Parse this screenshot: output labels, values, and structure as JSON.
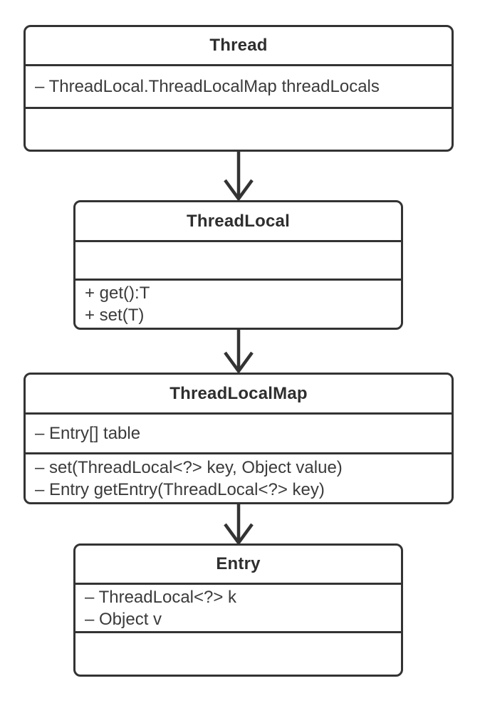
{
  "diagram": {
    "kind": "uml-class-diagram",
    "colors": {
      "stroke": "#333333",
      "title_text": "#2e2e2e",
      "member_text": "#3b3b3b",
      "background": "#ffffff"
    },
    "classes": [
      {
        "name": "Thread",
        "attributes": [
          "– ThreadLocal.ThreadLocalMap threadLocals"
        ],
        "methods": []
      },
      {
        "name": "ThreadLocal",
        "attributes": [],
        "methods": [
          "+ get():T",
          "+ set(T)"
        ]
      },
      {
        "name": "ThreadLocalMap",
        "attributes": [
          "– Entry[] table"
        ],
        "methods": [
          "– set(ThreadLocal<?> key, Object value)",
          "– Entry getEntry(ThreadLocal<?> key)"
        ]
      },
      {
        "name": "Entry",
        "attributes": [
          "– ThreadLocal<?> k",
          "– Object v"
        ],
        "methods": []
      }
    ],
    "arrows": [
      {
        "from": "Thread",
        "to": "ThreadLocal",
        "style": "open-arrowhead-down"
      },
      {
        "from": "ThreadLocal",
        "to": "ThreadLocalMap",
        "style": "open-arrowhead-down"
      },
      {
        "from": "ThreadLocalMap",
        "to": "Entry",
        "style": "open-arrowhead-down"
      }
    ]
  }
}
